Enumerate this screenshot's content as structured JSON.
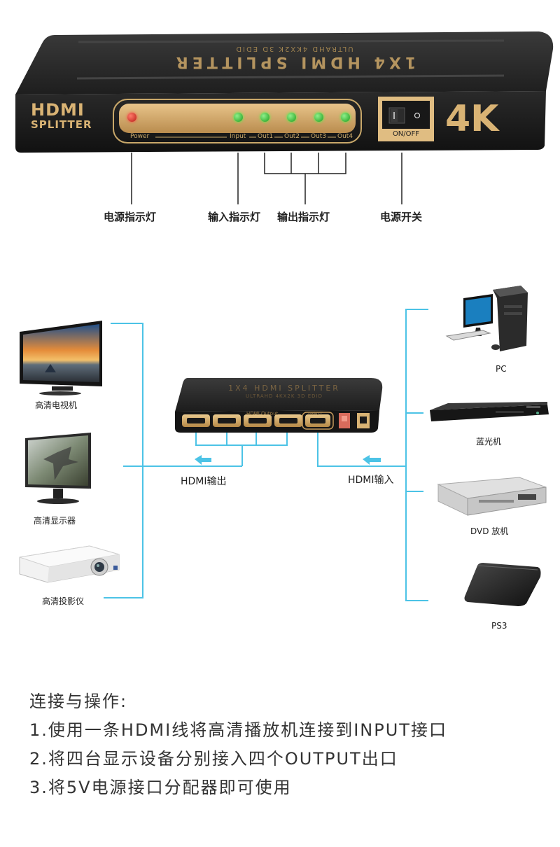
{
  "device": {
    "logo_hdmi": "HDMI",
    "logo_splitter": "SPLITTER",
    "badge_4k": "4K",
    "top_title": "1X4 HDMI SPLITTER",
    "top_subtitle": "ULTRAHD 4KX2K 3D EDID",
    "indicators": {
      "power": "Power",
      "input": "Input",
      "out1": "Out1",
      "out2": "Out2",
      "out3": "Out3",
      "out4": "Out4"
    },
    "switch_label": "ON/OFF"
  },
  "callouts": {
    "power_led": "电源指示灯",
    "input_led": "输入指示灯",
    "output_led": "输出指示灯",
    "power_switch": "电源开关"
  },
  "rear_device": {
    "title": "1X4 HDMI SPLITTER",
    "subtitle": "ULTRAHD 4KX2K 3D EDID",
    "output_group": "HDMI Output",
    "input_port": "INPUT"
  },
  "outputs": [
    {
      "label": "高清电视机",
      "icon": "tv-icon"
    },
    {
      "label": "高清显示器",
      "icon": "monitor-icon"
    },
    {
      "label": "高清投影仪",
      "icon": "projector-icon"
    }
  ],
  "sources": [
    {
      "label": "PC",
      "icon": "pc-icon"
    },
    {
      "label": "蓝光机",
      "icon": "bluray-player-icon"
    },
    {
      "label": "DVD 放机",
      "icon": "dvd-player-icon"
    },
    {
      "label": "PS3",
      "icon": "ps3-icon"
    }
  ],
  "flow": {
    "hdmi_out": "HDMI输出",
    "hdmi_in": "HDMI输入"
  },
  "instructions": {
    "heading": "连接与操作:",
    "steps": [
      "1.使用一条HDMI线将高清播放机连接到INPUT接口",
      "2.将四台显示设备分别接入四个OUTPUT出口",
      "3.将5V电源接口分配器即可使用"
    ]
  },
  "colors": {
    "connector_blue": "#4cc3e6",
    "device_body": "#2b2b2b",
    "gold": "#d9b374",
    "led_green": "#3ac43a",
    "led_red": "#d0302a"
  }
}
